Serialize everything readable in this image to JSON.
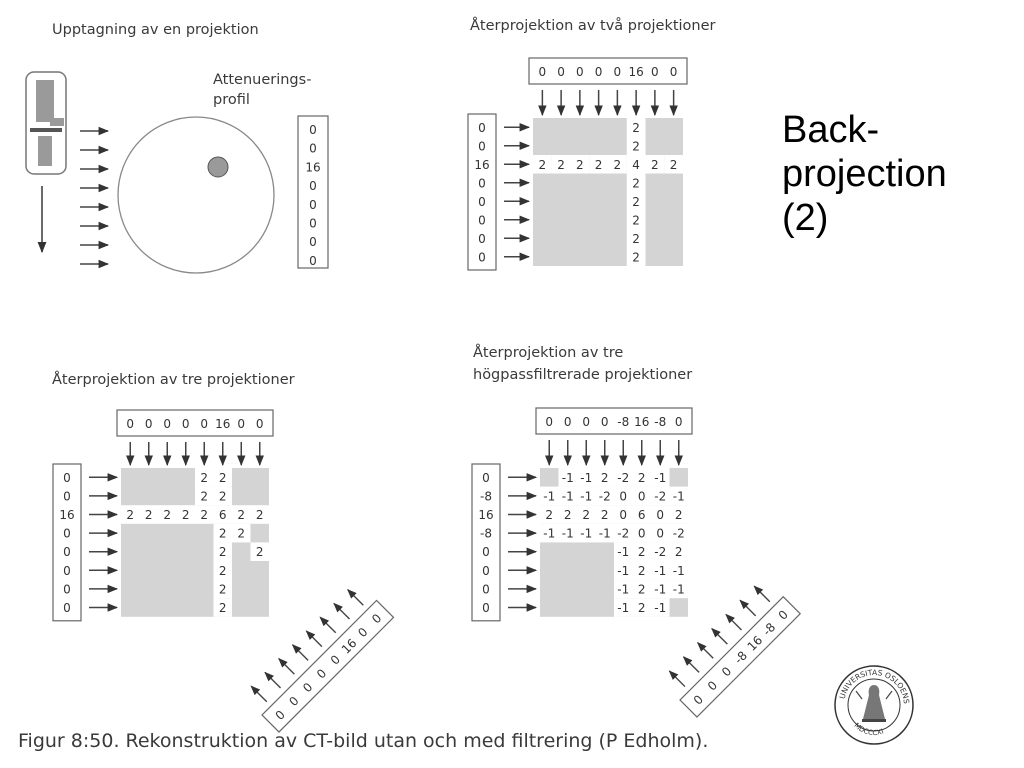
{
  "slide": {
    "title_lines": [
      "Back-",
      "projection",
      "(2)"
    ],
    "caption": "Figur 8:50. Rekonstruktion av CT-bild utan och med filtrering (P Edholm).",
    "logo_text": "UNIVERSITAS OSLOENSIS MDCCCXI"
  },
  "panels": {
    "acquisition": {
      "title": "Upptagning av en projektion",
      "profile_label_lines": [
        "Attenuerings-",
        "profil"
      ],
      "profile": [
        "0",
        "0",
        "16",
        "0",
        "0",
        "0",
        "0",
        "0"
      ]
    },
    "two": {
      "title": "Återprojektion av två projektioner",
      "top_values": [
        "0",
        "0",
        "0",
        "0",
        "0",
        "16",
        "0",
        "0"
      ],
      "left_values": [
        "0",
        "0",
        "16",
        "0",
        "0",
        "0",
        "0",
        "0"
      ],
      "grid": [
        [
          "",
          "",
          "",
          "",
          "",
          "2",
          "",
          ""
        ],
        [
          "",
          "",
          "",
          "",
          "",
          "2",
          "",
          ""
        ],
        [
          "2",
          "2",
          "2",
          "2",
          "2",
          "4",
          "2",
          "2"
        ],
        [
          "",
          "",
          "",
          "",
          "",
          "2",
          "",
          ""
        ],
        [
          "",
          "",
          "",
          "",
          "",
          "2",
          "",
          ""
        ],
        [
          "",
          "",
          "",
          "",
          "",
          "2",
          "",
          ""
        ],
        [
          "",
          "",
          "",
          "",
          "",
          "2",
          "",
          ""
        ],
        [
          "",
          "",
          "",
          "",
          "",
          "2",
          "",
          ""
        ]
      ]
    },
    "three": {
      "title": "Återprojektion av tre projektioner",
      "top_values": [
        "0",
        "0",
        "0",
        "0",
        "0",
        "16",
        "0",
        "0"
      ],
      "left_values": [
        "0",
        "0",
        "16",
        "0",
        "0",
        "0",
        "0",
        "0"
      ],
      "diag_values": [
        "0",
        "0",
        "0",
        "0",
        "0",
        "16",
        "0",
        "0"
      ],
      "grid": [
        [
          "",
          "",
          "",
          "",
          "2",
          "2",
          "",
          ""
        ],
        [
          "",
          "",
          "",
          "",
          "2",
          "2",
          "",
          ""
        ],
        [
          "2",
          "2",
          "2",
          "2",
          "2",
          "6",
          "2",
          "2"
        ],
        [
          "",
          "",
          "",
          "",
          "",
          "2",
          "2",
          ""
        ],
        [
          "",
          "",
          "",
          "",
          "",
          "2",
          "",
          "2"
        ],
        [
          "",
          "",
          "",
          "",
          "",
          "2",
          "",
          ""
        ],
        [
          "",
          "",
          "",
          "",
          "",
          "2",
          "",
          ""
        ],
        [
          "",
          "",
          "",
          "",
          "",
          "2",
          "",
          ""
        ]
      ]
    },
    "filtered": {
      "title_lines": [
        "Återprojektion av tre",
        "högpassfiltrerade  projektioner"
      ],
      "top_values": [
        "0",
        "0",
        "0",
        "0",
        "-8",
        "16",
        "-8",
        "0"
      ],
      "left_values": [
        "0",
        "-8",
        "16",
        "-8",
        "0",
        "0",
        "0",
        "0"
      ],
      "diag_values": [
        "0",
        "0",
        "0",
        "-8",
        "16",
        "-8",
        "0"
      ],
      "grid": [
        [
          "",
          "-1",
          "-1",
          "2",
          "-2",
          "2",
          "-1",
          ""
        ],
        [
          "-1",
          "-1",
          "-1",
          "-2",
          "0",
          "0",
          "-2",
          "-1"
        ],
        [
          "2",
          "2",
          "2",
          "2",
          "0",
          "6",
          "0",
          "2"
        ],
        [
          "-1",
          "-1",
          "-1",
          "-1",
          "-2",
          "0",
          "0",
          "-2"
        ],
        [
          "",
          "",
          "",
          "",
          "-1",
          "2",
          "-2",
          "2"
        ],
        [
          "",
          "",
          "",
          "",
          "-1",
          "2",
          "-1",
          "-1"
        ],
        [
          "",
          "",
          "",
          "",
          "-1",
          "2",
          "-1",
          "-1"
        ],
        [
          "",
          "",
          "",
          "",
          "-1",
          "2",
          "-1",
          ""
        ]
      ]
    }
  }
}
